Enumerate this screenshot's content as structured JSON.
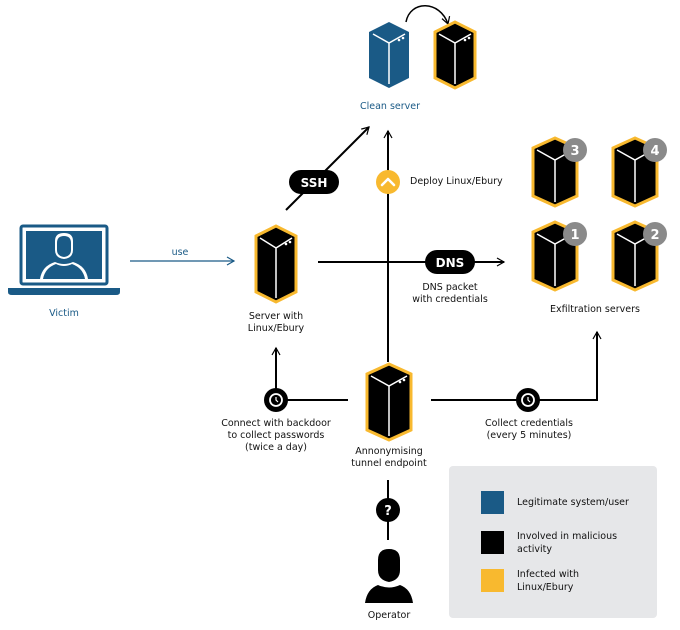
{
  "colors": {
    "legitimate": "#1a5a86",
    "malicious": "#000000",
    "infected": "#f8b92f",
    "badge_gray": "#8a8a8a",
    "legend_bg": "#e6e7e9"
  },
  "nodes": {
    "victim": {
      "label": "Victim"
    },
    "clean_server": {
      "label": "Clean server"
    },
    "server_ebury": {
      "label_line1": "Server with",
      "label_line2": "Linux/Ebury"
    },
    "exfiltration": {
      "label": "Exfiltration servers",
      "badges": [
        "3",
        "4",
        "1",
        "2"
      ]
    },
    "tunnel": {
      "label_line1": "Annonymising",
      "label_line2": "tunnel endpoint"
    },
    "operator": {
      "label": "Operator"
    }
  },
  "edges": {
    "use": {
      "label": "use"
    },
    "ssh": {
      "label": "SSH"
    },
    "deploy": {
      "label": "Deploy Linux/Ebury"
    },
    "dns": {
      "label": "DNS",
      "caption_line1": "DNS packet",
      "caption_line2": "with credentials"
    },
    "backdoor": {
      "line1": "Connect with backdoor",
      "line2": "to collect passwords",
      "line3": "(twice a day)"
    },
    "collect": {
      "line1": "Collect credentials",
      "line2": "(every 5 minutes)"
    },
    "unknown": {
      "symbol": "?"
    }
  },
  "legend": {
    "items": [
      {
        "label_line1": "Legitimate system/user",
        "label_line2": ""
      },
      {
        "label_line1": "Involved in malicious",
        "label_line2": "activity"
      },
      {
        "label_line1": "Infected with",
        "label_line2": "Linux/Ebury"
      }
    ]
  }
}
